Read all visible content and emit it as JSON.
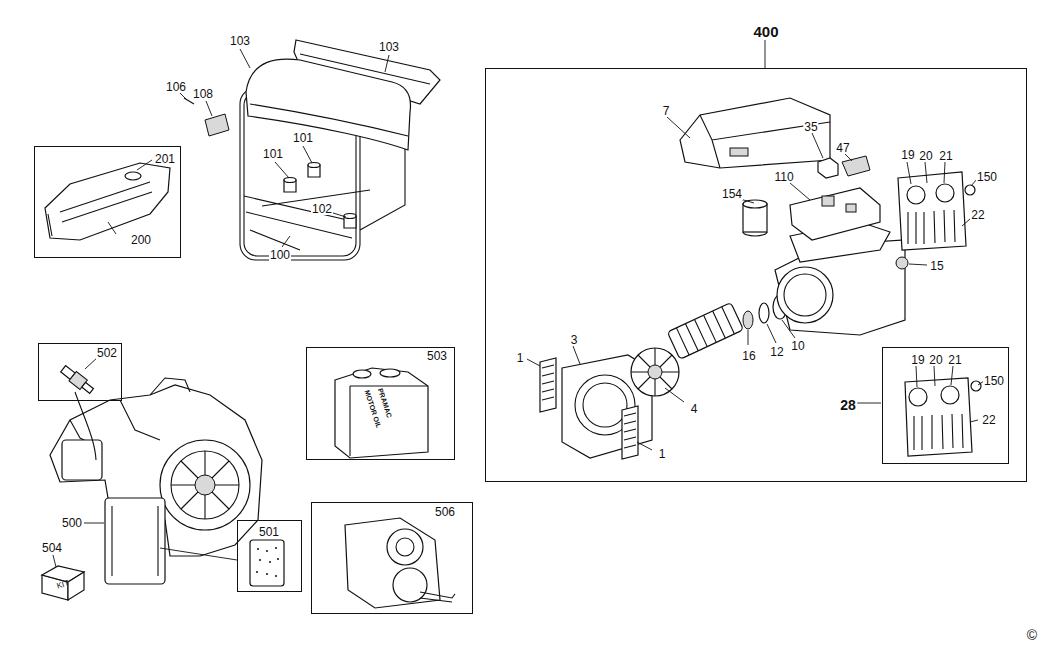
{
  "diagram": {
    "nodes": [
      {
        "text": [
          "201",
          "200"
        ]
      },
      {
        "text": [
          "502"
        ]
      },
      {
        "text": [
          "503",
          "PRAMAC",
          "MOTOR OIL"
        ]
      },
      {
        "text": [
          "501"
        ]
      },
      {
        "text": [
          "506"
        ]
      },
      {
        "text": [
          "400",
          "7",
          "35",
          "47",
          "19",
          "20",
          "21",
          "150",
          "110",
          "154",
          "22",
          "15",
          "16",
          "12",
          "10",
          "1",
          "3",
          "4",
          "1"
        ]
      },
      {
        "text": [
          "28",
          "19",
          "20",
          "21",
          "150",
          "22"
        ],
        "in": 5
      }
    ],
    "labels": [
      "103",
      "103",
      "106",
      "108",
      "101",
      "101",
      "102",
      "100",
      "500",
      "504",
      "KIT",
      "©"
    ]
  }
}
